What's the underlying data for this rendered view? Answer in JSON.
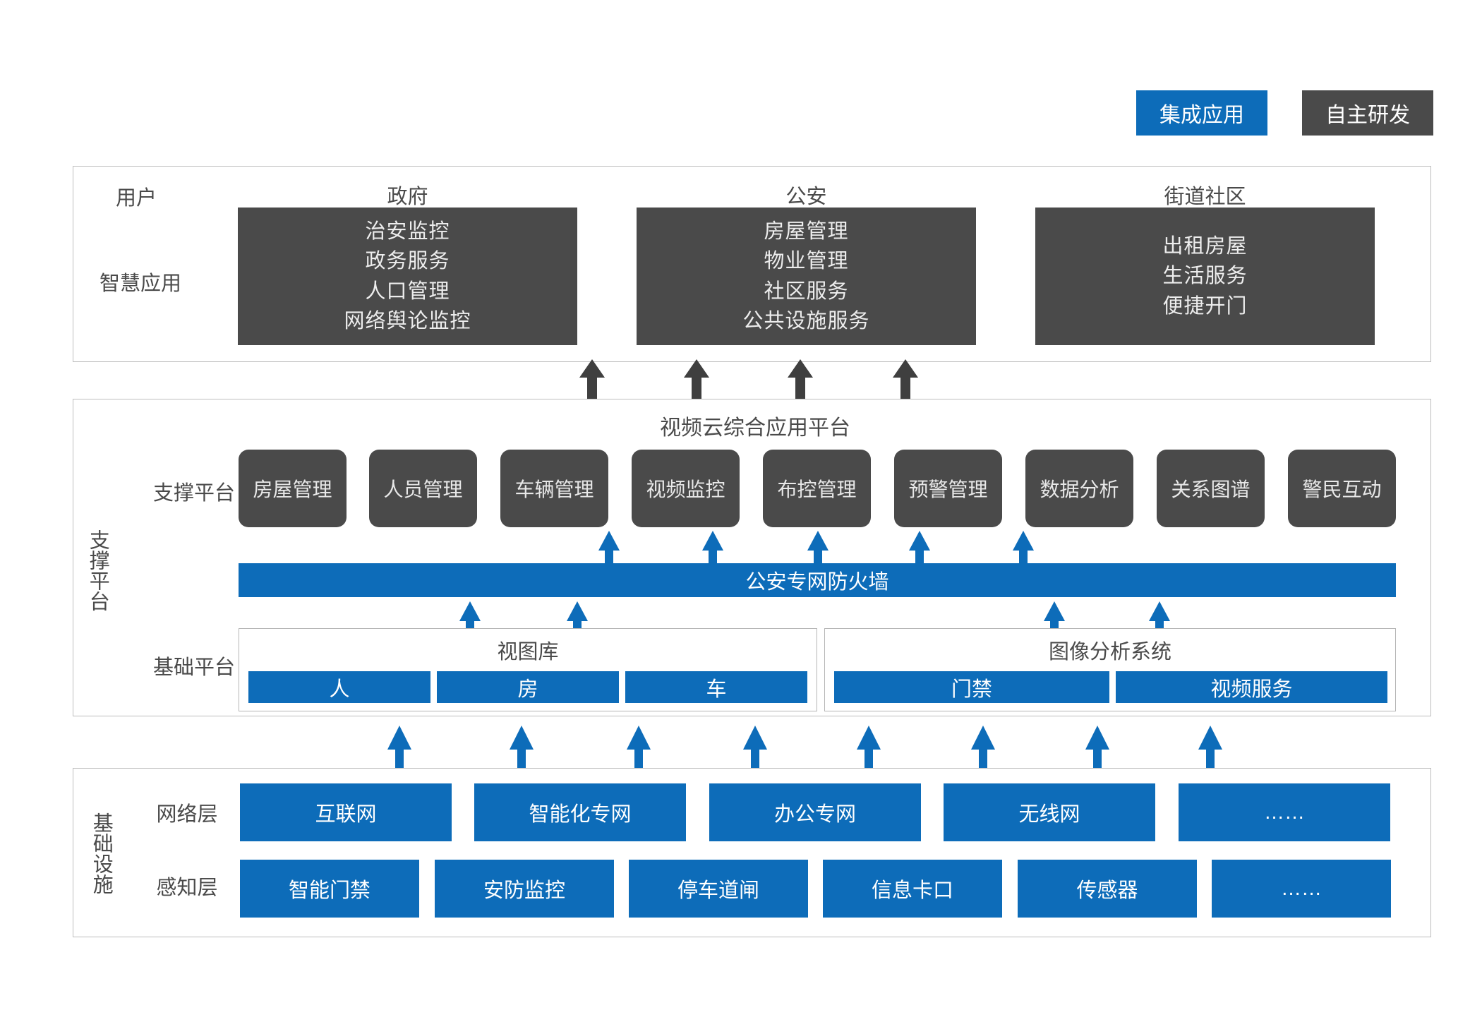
{
  "legend": [
    {
      "label": "集成应用",
      "color": "#0d6cb9",
      "kind": "integrated-application"
    },
    {
      "label": "自主研发",
      "color": "#4a4a4a",
      "kind": "self-developed"
    }
  ],
  "colors": {
    "blue": "#0d6cb9",
    "dark_gray": "#4a4a4a",
    "panel_border": "#bdbdbd",
    "text": "#4a4a4a"
  },
  "application_section": {
    "row_labels": [
      "用户",
      "智慧应用"
    ],
    "columns": [
      {
        "user": "政府",
        "apps": [
          "治安监控",
          "政务服务",
          "人口管理",
          "网络舆论监控"
        ]
      },
      {
        "user": "公安",
        "apps": [
          "房屋管理",
          "物业管理",
          "社区服务",
          "公共设施服务"
        ]
      },
      {
        "user": "街道社区",
        "apps": [
          "出租房屋",
          "生活服务",
          "便捷开门"
        ]
      }
    ]
  },
  "platform_section": {
    "side_label": "支撑平台",
    "title": "视频云综合应用平台",
    "support_row_label": "支撑平台",
    "support_items": [
      "房屋管理",
      "人员管理",
      "车辆管理",
      "视频监控",
      "布控管理",
      "预警管理",
      "数据分析",
      "关系图谱",
      "警民互动"
    ],
    "firewall": "公安专网防火墙",
    "base_row_label": "基础平台",
    "base_groups": [
      {
        "title": "视图库",
        "items": [
          "人",
          "房",
          "车"
        ]
      },
      {
        "title": "图像分析系统",
        "items": [
          "门禁",
          "视频服务"
        ]
      }
    ]
  },
  "infrastructure_section": {
    "side_label": "基础设施",
    "rows": [
      {
        "label": "网络层",
        "items": [
          "互联网",
          "智能化专网",
          "办公专网",
          "无线网",
          "……"
        ]
      },
      {
        "label": "感知层",
        "items": [
          "智能门禁",
          "安防监控",
          "停车道闸",
          "信息卡口",
          "传感器",
          "……"
        ]
      }
    ]
  }
}
